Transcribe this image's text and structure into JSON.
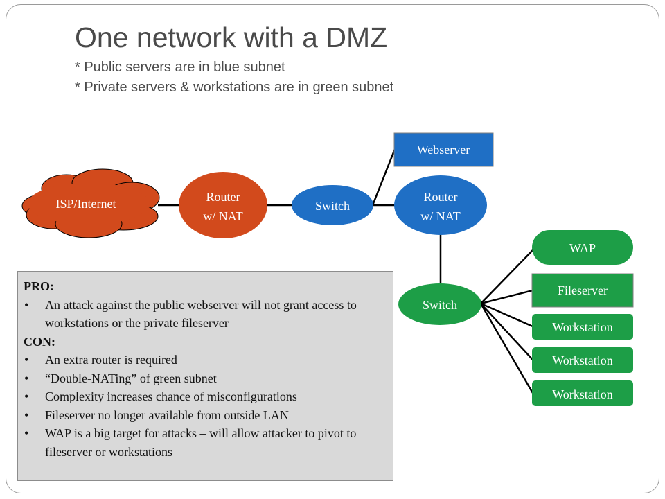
{
  "slide": {
    "title": "One network with a DMZ",
    "subtitle_lines": [
      "* Public servers are in blue subnet",
      "* Private servers & workstations are in green subnet"
    ]
  },
  "colors": {
    "internet_cloud": "#d24a1c",
    "router": "#d24a1c",
    "public_subnet": "#1f6fc5",
    "private_subnet": "#1d9e47",
    "panel_background": "#d9d9d9"
  },
  "diagram": {
    "nodes": {
      "internet": "ISP/Internet",
      "router_outer_line1": "Router",
      "router_outer_line2": "w/ NAT",
      "switch_dmz": "Switch",
      "webserver": "Webserver",
      "router_inner_line1": "Router",
      "router_inner_line2": "w/ NAT",
      "switch_lan": "Switch",
      "wap": "WAP",
      "fileserver": "Fileserver",
      "workstation_1": "Workstation",
      "workstation_2": "Workstation",
      "workstation_3": "Workstation"
    }
  },
  "pros_cons": {
    "pro_heading": "PRO:",
    "pros": [
      "An attack against the public webserver will not grant access to workstations or the private fileserver"
    ],
    "con_heading": "CON:",
    "cons": [
      "An extra router is required",
      "“Double-NATing” of green subnet",
      "Complexity increases chance of misconfigurations",
      "Fileserver no longer available from outside LAN",
      "WAP is a big target for attacks – will allow attacker to pivot to fileserver or workstations"
    ],
    "bullet": "•"
  }
}
